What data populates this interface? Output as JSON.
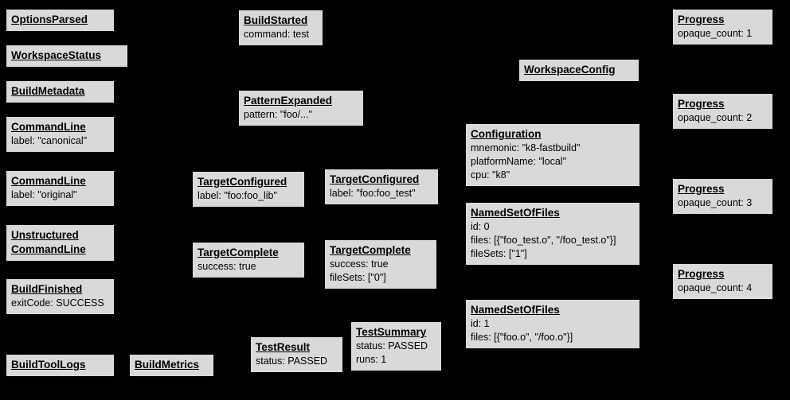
{
  "colors": {
    "background": "#000000",
    "box_fill": "#d9d9d9",
    "text": "#000000"
  },
  "nodes": {
    "optionsParsed": {
      "title": "OptionsParsed",
      "lines": []
    },
    "workspaceStatus": {
      "title": "WorkspaceStatus",
      "lines": []
    },
    "buildMetadata": {
      "title": "BuildMetadata",
      "lines": []
    },
    "commandLineCanonical": {
      "title": "CommandLine",
      "lines": [
        "label: \"canonical\""
      ]
    },
    "commandLineOriginal": {
      "title": "CommandLine",
      "lines": [
        "label: \"original\""
      ]
    },
    "unstructuredCommandLine": {
      "title": "Unstructured\nCommandLine",
      "lines": []
    },
    "buildFinished": {
      "title": "BuildFinished",
      "lines": [
        "exitCode: SUCCESS"
      ]
    },
    "buildToolLogs": {
      "title": "BuildToolLogs",
      "lines": []
    },
    "buildMetrics": {
      "title": "BuildMetrics",
      "lines": []
    },
    "buildStarted": {
      "title": "BuildStarted",
      "lines": [
        "command: test"
      ]
    },
    "patternExpanded": {
      "title": "PatternExpanded",
      "lines": [
        "pattern: \"foo/...\""
      ]
    },
    "targetConfiguredLib": {
      "title": "TargetConfigured",
      "lines": [
        "label: \"foo:foo_lib\""
      ]
    },
    "targetCompleteLib": {
      "title": "TargetComplete",
      "lines": [
        "success: true"
      ]
    },
    "testResult": {
      "title": "TestResult",
      "lines": [
        "status: PASSED"
      ]
    },
    "targetConfiguredTest": {
      "title": "TargetConfigured",
      "lines": [
        "label: \"foo:foo_test\""
      ]
    },
    "targetCompleteTest": {
      "title": "TargetComplete",
      "lines": [
        "success: true",
        "fileSets: [\"0\"]"
      ]
    },
    "testSummary": {
      "title": "TestSummary",
      "lines": [
        "status: PASSED",
        "runs: 1"
      ]
    },
    "workspaceConfig": {
      "title": "WorkspaceConfig",
      "lines": []
    },
    "configuration": {
      "title": "Configuration",
      "lines": [
        "mnemonic: \"k8-fastbuild\"",
        "platformName: \"local\"",
        "cpu: \"k8\""
      ]
    },
    "namedSetOfFiles0": {
      "title": "NamedSetOfFiles",
      "lines": [
        "id: 0",
        "files: [{\"foo_test.o\", \"/foo_test.o\"}]",
        "fileSets: [\"1\"]"
      ]
    },
    "namedSetOfFiles1": {
      "title": "NamedSetOfFiles",
      "lines": [
        "id: 1",
        "files: [{\"foo.o\", \"/foo.o\"}]"
      ]
    },
    "progress1": {
      "title": "Progress",
      "lines": [
        "opaque_count: 1"
      ]
    },
    "progress2": {
      "title": "Progress",
      "lines": [
        "opaque_count: 2"
      ]
    },
    "progress3": {
      "title": "Progress",
      "lines": [
        "opaque_count: 3"
      ]
    },
    "progress4": {
      "title": "Progress",
      "lines": [
        "opaque_count: 4"
      ]
    }
  }
}
